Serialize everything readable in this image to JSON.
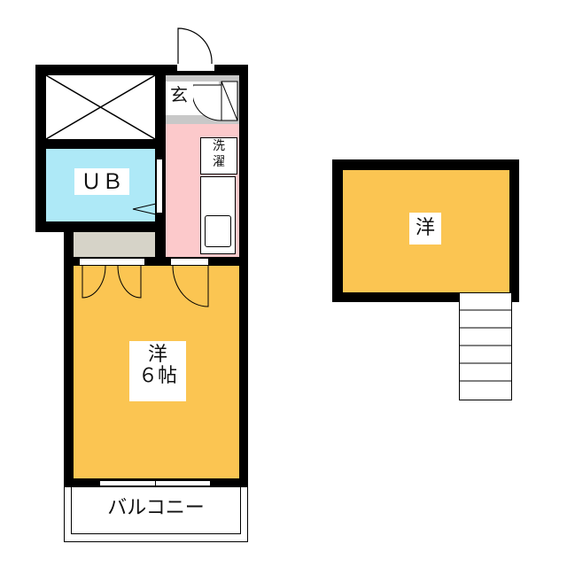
{
  "plan": {
    "rooms": {
      "entrance": "玄",
      "laundry": "洗\n濯",
      "laundry_line1": "洗",
      "laundry_line2": "濯",
      "bath": "ＵＢ",
      "main_room_type": "洋",
      "main_room_size": "６帖",
      "balcony": "バルコニー",
      "loft": "洋"
    },
    "colors": {
      "wall": "#000000",
      "room": "#fbc552",
      "bath": "#aee9f7",
      "kitchen": "#fcc9cb",
      "entrance": "#c8c8c8",
      "storage": "#d6d3c8"
    }
  }
}
